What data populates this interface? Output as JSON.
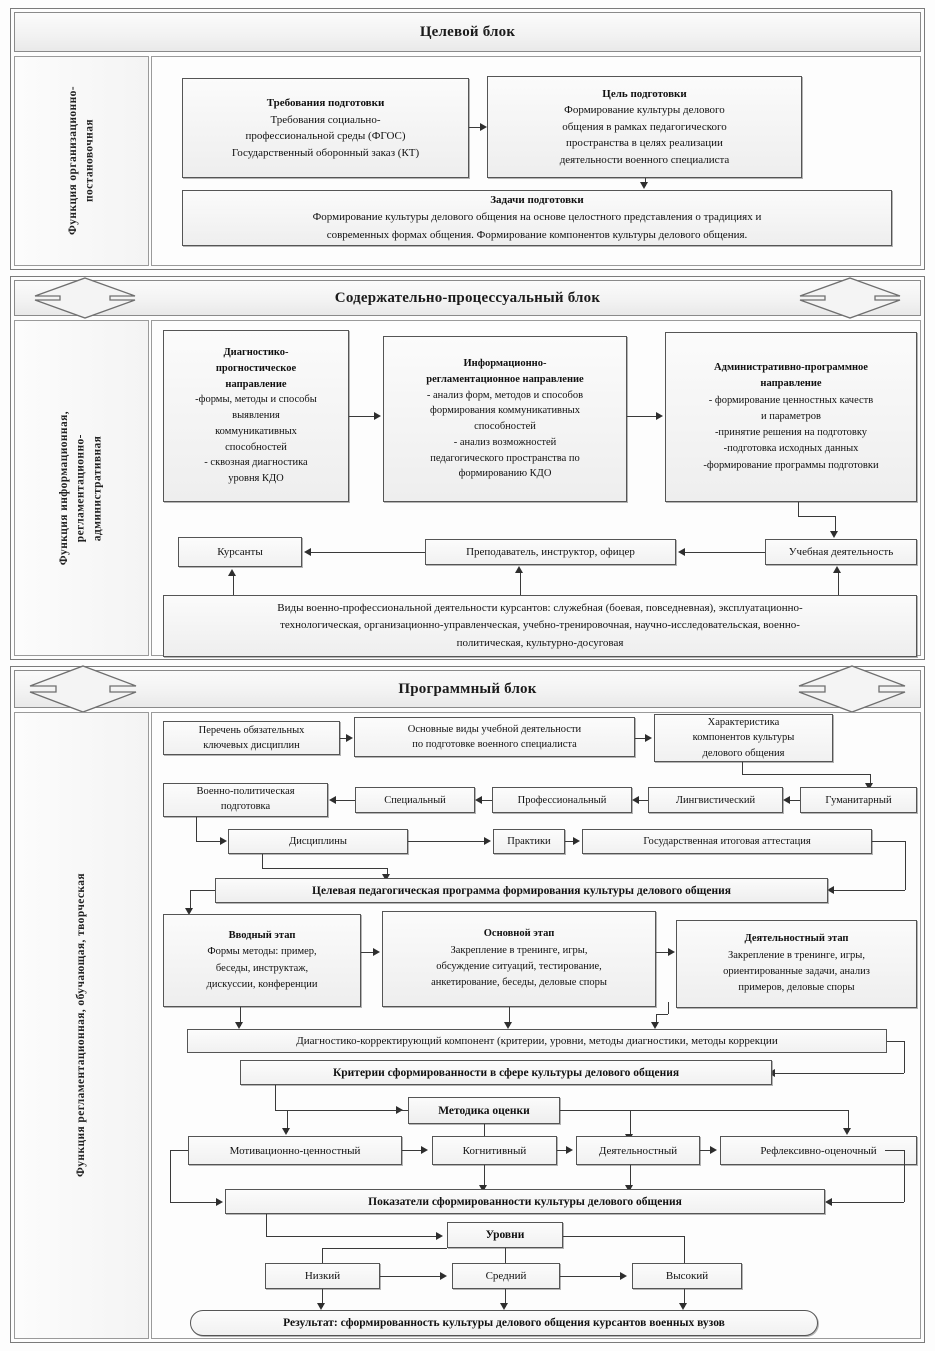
{
  "blocks": {
    "target": {
      "title": "Целевой блок"
    },
    "content": {
      "title": "Содержательно-процессуальный блок"
    },
    "program": {
      "title": "Программный блок"
    }
  },
  "sidebar": {
    "items": [
      {
        "label": "Функция организационно-\nпостановочная"
      },
      {
        "label": "Функция информационная,\nрегламентационно-\nадминистративная"
      },
      {
        "label": "Функция регламентационная, обучающая, творческая"
      }
    ]
  },
  "target_block": {
    "requirements": {
      "title": "Требования подготовки",
      "lines": [
        "Требования социально-",
        "профессиональной среды (ФГОС)",
        "Государственный оборонный заказ (КТ)"
      ]
    },
    "goal": {
      "title": "Цель подготовки",
      "lines": [
        "Формирование культуры делового",
        "общения в рамках педагогического",
        "пространства в целях реализации",
        "деятельности военного специалиста"
      ]
    },
    "tasks": {
      "title": "Задачи подготовки",
      "lines": [
        "Формирование культуры делового общения на основе целостного представления о традициях и",
        "современных формах общения. Формирование компонентов культуры делового общения."
      ]
    }
  },
  "content_block": {
    "diagnostic": {
      "title": "Диагностико-\nпрогностическое\nнаправление",
      "lines": [
        "-формы, методы и способы",
        "выявления",
        "коммуникативных",
        "способностей",
        "- сквозная диагностика",
        "уровня КДО"
      ]
    },
    "informational": {
      "title": "Информационно-\nрегламентационное направление",
      "lines": [
        "- анализ форм, методов и способов",
        "формирования коммуникативных",
        "способностей",
        "- анализ возможностей",
        "педагогического пространства по",
        "формированию КДО"
      ]
    },
    "administrative": {
      "title": "Административно-программное\nнаправление",
      "lines": [
        "- формирование ценностных качеств",
        "и параметров",
        "-принятие решения на подготовку",
        "-подготовка исходных данных",
        "-формирование программы подготовки"
      ]
    },
    "cadets": {
      "label": "Курсанты"
    },
    "teacher": {
      "label": "Преподаватель, инструктор, офицер"
    },
    "learning_activity": {
      "label": "Учебная деятельность"
    },
    "activity_types": {
      "lines": [
        "Виды военно-профессиональной деятельности курсантов: служебная (боевая, повседневная), эксплуатационно-",
        "технологическая, организационно-управленческая, учебно-тренировочная, научно-исследовательская, военно-",
        "политическая, культурно-досуговая"
      ]
    }
  },
  "program_block": {
    "row1": [
      {
        "label": "Перечень обязательных\nключевых дисциплин"
      },
      {
        "label": "Основные виды учебной деятельности\nпо подготовке военного специалиста"
      },
      {
        "label": "Характеристика\nкомпонентов культуры\nделового общения"
      }
    ],
    "row2": [
      {
        "label": "Военно-политическая\nподготовка"
      },
      {
        "label": "Специальный"
      },
      {
        "label": "Профессиональный"
      },
      {
        "label": "Лингвистический"
      },
      {
        "label": "Гуманитарный"
      }
    ],
    "row3": [
      {
        "label": "Дисциплины"
      },
      {
        "label": "Практики"
      },
      {
        "label": "Государственная итоговая аттестация"
      }
    ],
    "program_bar": {
      "label": "Целевая педагогическая программа формирования культуры делового общения"
    },
    "stages": [
      {
        "title": "Вводный этап",
        "lines": [
          "Формы методы: пример,",
          "беседы, инструктаж,",
          "дискуссии, конференции"
        ]
      },
      {
        "title": "Основной этап",
        "lines": [
          "Закрепление в тренинге, игры,",
          "обсуждение ситуаций, тестирование,",
          "анкетирование, беседы, деловые споры"
        ]
      },
      {
        "title": "Деятельностный этап",
        "lines": [
          "Закрепление в тренинге, игры,",
          "ориентированные задачи, анализ",
          "примеров, деловые споры"
        ]
      }
    ],
    "diagnostic_component": {
      "label": "Диагностико-корректирующий компонент (критерии, уровни, методы диагностики, методы коррекции"
    },
    "criteria": {
      "label": "Критерии сформированности в сфере культуры делового общения"
    },
    "method": {
      "label": "Методика оценки"
    },
    "criteria_items": [
      {
        "label": "Мотивационно-ценностный"
      },
      {
        "label": "Когнитивный"
      },
      {
        "label": "Деятельностный"
      },
      {
        "label": "Рефлексивно-оценочный"
      }
    ],
    "indicators": {
      "label": "Показатели сформированности культуры делового общения"
    },
    "levels_title": {
      "label": "Уровни"
    },
    "levels": [
      {
        "label": "Низкий"
      },
      {
        "label": "Средний"
      },
      {
        "label": "Высокий"
      }
    ],
    "result": {
      "label": "Результат: сформированность культуры делового общения курсантов военных вузов"
    }
  },
  "colors": {
    "border": "#555555",
    "frame": "#7b7b7b",
    "line": "#3a3a3a",
    "fill_top": "#fbfbfb",
    "fill_bottom": "#eeeeee"
  }
}
